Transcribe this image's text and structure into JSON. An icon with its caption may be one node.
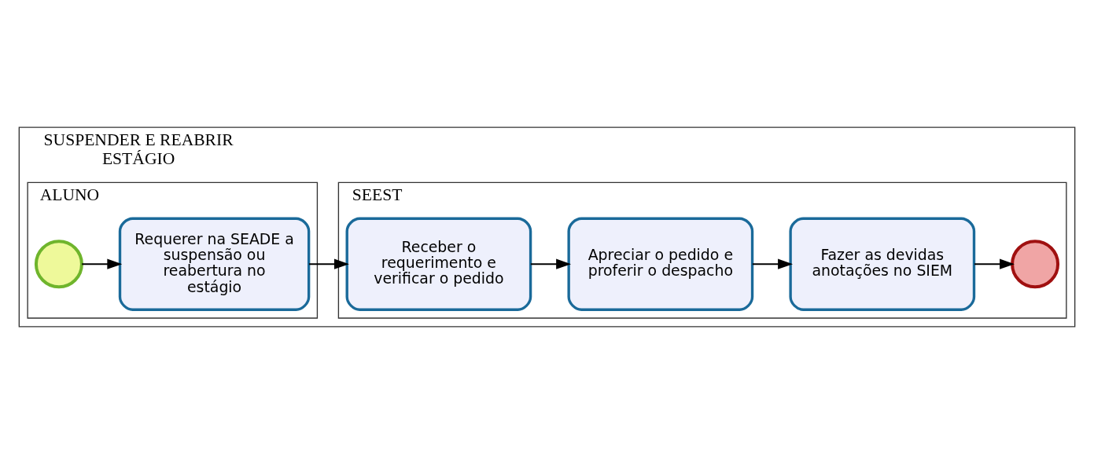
{
  "diagram": {
    "nodes": [
      {
        "text": [
          "SUSPENDER E REABRIR ESTÁGIO"
        ]
      },
      {
        "text": [
          "ALUNO"
        ],
        "in": 0
      },
      {
        "text": [
          "SEEST"
        ],
        "in": 0
      },
      {
        "text": [],
        "shape": "circle",
        "in": 1
      },
      {
        "text": [
          "Requerer na SEADE a suspensão ou reabertura no estágio"
        ],
        "in": 1
      },
      {
        "text": [
          "Receber o requerimento e verificar o pedido"
        ],
        "in": 2
      },
      {
        "text": [
          "Apreciar o pedido e proferir o despacho"
        ],
        "in": 2
      },
      {
        "text": [
          "Fazer as devidas anotações no SIEM"
        ],
        "in": 2
      },
      {
        "text": [],
        "shape": "circle",
        "in": 2
      }
    ],
    "edges": [
      {
        "from": 3,
        "to": 4,
        "arrow": "to"
      },
      {
        "from": 4,
        "to": 5,
        "arrow": "to"
      },
      {
        "from": 5,
        "to": 6,
        "arrow": "to"
      },
      {
        "from": 6,
        "to": 7,
        "arrow": "to"
      },
      {
        "from": 7,
        "to": 8,
        "arrow": "to"
      }
    ]
  }
}
